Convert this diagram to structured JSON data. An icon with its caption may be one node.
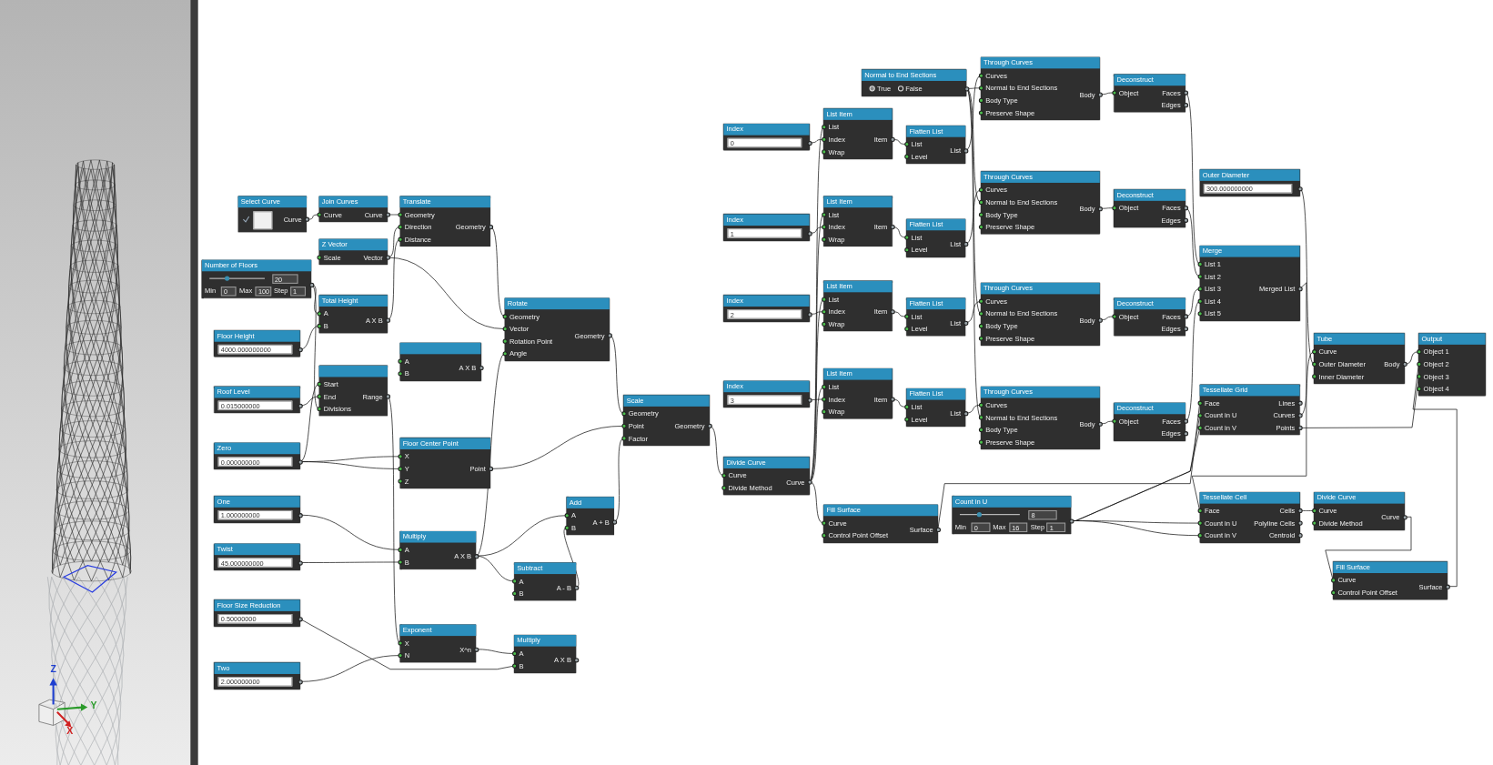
{
  "diagram": {
    "nodes": [
      {
        "text": [
          "Select Curve",
          "Curve"
        ]
      },
      {
        "text": [
          "Join Curves",
          "Curve",
          "Curve"
        ]
      },
      {
        "text": [
          "Z Vector",
          "Scale",
          "Vector"
        ]
      },
      {
        "text": [
          "Translate",
          "Geometry",
          "Direction",
          "Distance",
          "Geometry"
        ]
      },
      {
        "text": [
          "Number of Floors",
          "20",
          "Min",
          "0",
          "Max",
          "100",
          "Step",
          "1"
        ]
      },
      {
        "text": [
          "Total Height",
          "A",
          "B",
          "A X B"
        ]
      },
      {
        "text": [
          "Floor Height",
          "4000.000000000"
        ]
      },
      {
        "text": [
          "Start",
          "End",
          "Divisions",
          "Range"
        ]
      },
      {
        "text": [
          "A",
          "B",
          "A X B"
        ]
      },
      {
        "text": [
          "Rotate",
          "Geometry",
          "Vector",
          "Rotation Point",
          "Angle",
          "Geometry"
        ]
      },
      {
        "text": [
          "Roof Level",
          "0.015000000"
        ]
      },
      {
        "text": [
          "Zero",
          "0.000000000"
        ]
      },
      {
        "text": [
          "Floor Center Point",
          "X",
          "Y",
          "Z",
          "Point"
        ]
      },
      {
        "text": [
          "One",
          "1.000000000"
        ]
      },
      {
        "text": [
          "Twist",
          "45.000000000"
        ]
      },
      {
        "text": [
          "Multiply",
          "A",
          "B",
          "A X B"
        ]
      },
      {
        "text": [
          "Floor Size Reduction",
          "0.50000000"
        ]
      },
      {
        "text": [
          "Exponent",
          "X",
          "N",
          "X^n"
        ]
      },
      {
        "text": [
          "Two",
          "2.000000000"
        ]
      },
      {
        "text": [
          "Subtract",
          "A",
          "B",
          "A - B"
        ]
      },
      {
        "text": [
          "Multiply",
          "A",
          "B",
          "A X B"
        ]
      },
      {
        "text": [
          "Add",
          "A",
          "B",
          "A + B"
        ]
      },
      {
        "text": [
          "Scale",
          "Geometry",
          "Point",
          "Factor",
          "Geometry"
        ]
      },
      {
        "text": [
          "Divide Curve",
          "Curve",
          "Divide Method",
          "Curve"
        ]
      },
      {
        "text": [
          "Index",
          "0"
        ]
      },
      {
        "text": [
          "Index",
          "1"
        ]
      },
      {
        "text": [
          "Index",
          "2"
        ]
      },
      {
        "text": [
          "Index",
          "3"
        ]
      },
      {
        "text": [
          "List Item",
          "List",
          "Index",
          "Wrap",
          "Item"
        ]
      },
      {
        "text": [
          "List Item",
          "List",
          "Index",
          "Wrap",
          "Item"
        ]
      },
      {
        "text": [
          "List Item",
          "List",
          "Index",
          "Wrap",
          "Item"
        ]
      },
      {
        "text": [
          "List Item",
          "List",
          "Index",
          "Wrap",
          "Item"
        ]
      },
      {
        "text": [
          "Normal to End Sections",
          "True",
          "False"
        ]
      },
      {
        "text": [
          "Flatten List",
          "List",
          "Level",
          "List"
        ]
      },
      {
        "text": [
          "Flatten List",
          "List",
          "Level",
          "List"
        ]
      },
      {
        "text": [
          "Flatten List",
          "List",
          "Level",
          "List"
        ]
      },
      {
        "text": [
          "Flatten List",
          "List",
          "Level",
          "List"
        ]
      },
      {
        "text": [
          "Through Curves",
          "Curves",
          "Normal to End Sections",
          "Body Type",
          "Preserve Shape",
          "Body"
        ]
      },
      {
        "text": [
          "Through Curves",
          "Curves",
          "Normal to End Sections",
          "Body Type",
          "Preserve Shape",
          "Body"
        ]
      },
      {
        "text": [
          "Through Curves",
          "Curves",
          "Normal to End Sections",
          "Body Type",
          "Preserve Shape",
          "Body"
        ]
      },
      {
        "text": [
          "Through Curves",
          "Curves",
          "Normal to End Sections",
          "Body Type",
          "Preserve Shape",
          "Body"
        ]
      },
      {
        "text": [
          "Deconstruct",
          "Object",
          "Faces",
          "Edges"
        ]
      },
      {
        "text": [
          "Deconstruct",
          "Object",
          "Faces",
          "Edges"
        ]
      },
      {
        "text": [
          "Deconstruct",
          "Object",
          "Faces",
          "Edges"
        ]
      },
      {
        "text": [
          "Deconstruct",
          "Object",
          "Faces",
          "Edges"
        ]
      },
      {
        "text": [
          "Fill Surface",
          "Curve",
          "Control Point Offset",
          "Surface"
        ]
      },
      {
        "text": [
          "Count in U",
          "8",
          "Min",
          "0",
          "Max",
          "16",
          "Step",
          "1"
        ]
      },
      {
        "text": [
          "Outer Diameter",
          "300.000000000"
        ]
      },
      {
        "text": [
          "Merge",
          "List 1",
          "List 2",
          "List 3",
          "List 4",
          "List 5",
          "Merged List"
        ]
      },
      {
        "text": [
          "Tessellate Grid",
          "Face",
          "Count in U",
          "Count in V",
          "Lines",
          "Curves",
          "Points"
        ]
      },
      {
        "text": [
          "Tessellate Cell",
          "Face",
          "Count in U",
          "Count in V",
          "Cells",
          "Polyline Cells",
          "Centroid"
        ]
      },
      {
        "text": [
          "Divide Curve",
          "Curve",
          "Divide Method",
          "Curve"
        ]
      },
      {
        "text": [
          "Tube",
          "Curve",
          "Outer Diameter",
          "Inner Diameter",
          "Body"
        ]
      },
      {
        "text": [
          "Fill Surface",
          "Curve",
          "Control Point Offset",
          "Surface"
        ]
      },
      {
        "text": [
          "Output",
          "Object 1",
          "Object 2",
          "Object 3",
          "Object 4"
        ]
      }
    ],
    "edges": [
      {
        "from": 0,
        "to": 1,
        "arrow": "none"
      },
      {
        "from": 1,
        "to": 3,
        "arrow": "none"
      },
      {
        "from": 2,
        "to": 3,
        "arrow": "none"
      },
      {
        "from": 5,
        "to": 3,
        "arrow": "none"
      },
      {
        "from": 3,
        "to": 9,
        "arrow": "none"
      },
      {
        "from": 2,
        "to": 9,
        "arrow": "none"
      },
      {
        "from": 4,
        "to": 5,
        "arrow": "none"
      },
      {
        "from": 6,
        "to": 5,
        "arrow": "none"
      },
      {
        "from": 4,
        "to": 7,
        "arrow": "none"
      },
      {
        "from": 10,
        "to": 7,
        "arrow": "none"
      },
      {
        "from": 11,
        "to": 7,
        "arrow": "none"
      },
      {
        "from": 7,
        "to": 17,
        "arrow": "none"
      },
      {
        "from": 13,
        "to": 15,
        "arrow": "none"
      },
      {
        "from": 14,
        "to": 15,
        "arrow": "none"
      },
      {
        "from": 11,
        "to": 12,
        "arrow": "none"
      },
      {
        "from": 11,
        "to": 12,
        "arrow": "none"
      },
      {
        "from": 12,
        "to": 22,
        "arrow": "none"
      },
      {
        "from": 15,
        "to": 9,
        "arrow": "none"
      },
      {
        "from": 15,
        "to": 19,
        "arrow": "none"
      },
      {
        "from": 18,
        "to": 17,
        "arrow": "none"
      },
      {
        "from": 16,
        "to": 20,
        "arrow": "none"
      },
      {
        "from": 17,
        "to": 20,
        "arrow": "none"
      },
      {
        "from": 19,
        "to": 21,
        "arrow": "none"
      },
      {
        "from": 15,
        "to": 21,
        "arrow": "none"
      },
      {
        "from": 21,
        "to": 22,
        "arrow": "none"
      },
      {
        "from": 9,
        "to": 22,
        "arrow": "none"
      },
      {
        "from": 22,
        "to": 23,
        "arrow": "none"
      },
      {
        "from": 23,
        "to": 28,
        "arrow": "none"
      },
      {
        "from": 23,
        "to": 29,
        "arrow": "none"
      },
      {
        "from": 23,
        "to": 30,
        "arrow": "none"
      },
      {
        "from": 23,
        "to": 31,
        "arrow": "none"
      },
      {
        "from": 24,
        "to": 28,
        "arrow": "none"
      },
      {
        "from": 25,
        "to": 29,
        "arrow": "none"
      },
      {
        "from": 26,
        "to": 30,
        "arrow": "none"
      },
      {
        "from": 27,
        "to": 31,
        "arrow": "none"
      },
      {
        "from": 28,
        "to": 33,
        "arrow": "none"
      },
      {
        "from": 29,
        "to": 34,
        "arrow": "none"
      },
      {
        "from": 30,
        "to": 35,
        "arrow": "none"
      },
      {
        "from": 31,
        "to": 36,
        "arrow": "none"
      },
      {
        "from": 33,
        "to": 37,
        "arrow": "none"
      },
      {
        "from": 34,
        "to": 38,
        "arrow": "none"
      },
      {
        "from": 35,
        "to": 39,
        "arrow": "none"
      },
      {
        "from": 36,
        "to": 40,
        "arrow": "none"
      },
      {
        "from": 32,
        "to": 37,
        "arrow": "none"
      },
      {
        "from": 32,
        "to": 38,
        "arrow": "none"
      },
      {
        "from": 32,
        "to": 39,
        "arrow": "none"
      },
      {
        "from": 32,
        "to": 40,
        "arrow": "none"
      },
      {
        "from": 37,
        "to": 41,
        "arrow": "none"
      },
      {
        "from": 38,
        "to": 42,
        "arrow": "none"
      },
      {
        "from": 39,
        "to": 43,
        "arrow": "none"
      },
      {
        "from": 40,
        "to": 44,
        "arrow": "none"
      },
      {
        "from": 41,
        "to": 48,
        "arrow": "none"
      },
      {
        "from": 42,
        "to": 48,
        "arrow": "none"
      },
      {
        "from": 43,
        "to": 48,
        "arrow": "none"
      },
      {
        "from": 44,
        "to": 48,
        "arrow": "none"
      },
      {
        "from": 23,
        "to": 45,
        "arrow": "none"
      },
      {
        "from": 45,
        "to": 49,
        "arrow": "none"
      },
      {
        "from": 46,
        "to": 49,
        "arrow": "none"
      },
      {
        "from": 46,
        "to": 49,
        "arrow": "none"
      },
      {
        "from": 46,
        "to": 50,
        "arrow": "none"
      },
      {
        "from": 46,
        "to": 50,
        "arrow": "none"
      },
      {
        "from": 48,
        "to": 50,
        "arrow": "none"
      },
      {
        "from": 49,
        "to": 52,
        "arrow": "none"
      },
      {
        "from": 47,
        "to": 52,
        "arrow": "none"
      },
      {
        "from": 52,
        "to": 54,
        "arrow": "none"
      },
      {
        "from": 49,
        "to": 54,
        "arrow": "none"
      },
      {
        "from": 50,
        "to": 51,
        "arrow": "none"
      },
      {
        "from": 51,
        "to": 53,
        "arrow": "none"
      },
      {
        "from": 53,
        "to": 54,
        "arrow": "none"
      }
    ],
    "labels": [
      "Z",
      "Y",
      "X"
    ]
  }
}
